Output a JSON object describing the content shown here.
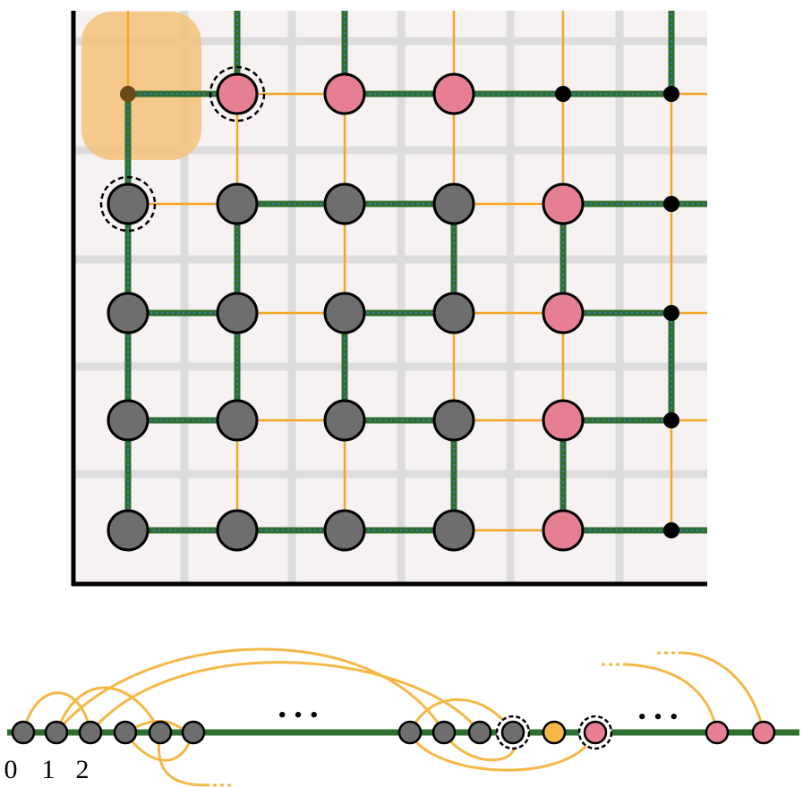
{
  "colors": {
    "grid_bg": "#f7f2f2",
    "grid_line": "#dcdcdc",
    "axis": "#000000",
    "edge_orange": "#f4a623",
    "path_green": "#2e6e2e",
    "path_dots": "#3a78c2",
    "node_gray": "#6e6e6e",
    "node_pink": "#e77f93",
    "node_orange": "#f5b847",
    "node_black": "#000000",
    "highlight": "#f5c27a"
  },
  "grid_nodes": {
    "rows": 5,
    "cols": 6,
    "kinds": [
      [
        "small",
        "pink",
        "pink",
        "pink",
        "black",
        "black"
      ],
      [
        "gray",
        "gray",
        "gray",
        "gray",
        "pink",
        "black"
      ],
      [
        "gray",
        "gray",
        "gray",
        "gray",
        "pink",
        "black"
      ],
      [
        "gray",
        "gray",
        "gray",
        "gray",
        "pink",
        "black"
      ],
      [
        "gray",
        "gray",
        "gray",
        "gray",
        "pink",
        "black"
      ]
    ],
    "dashed_rings": [
      [
        0,
        1
      ],
      [
        1,
        0
      ]
    ],
    "highlighted": [
      0,
      0
    ]
  },
  "chain_labels": [
    "0",
    "1",
    "2"
  ],
  "ellipsis": [
    "• • •",
    "• • •"
  ]
}
